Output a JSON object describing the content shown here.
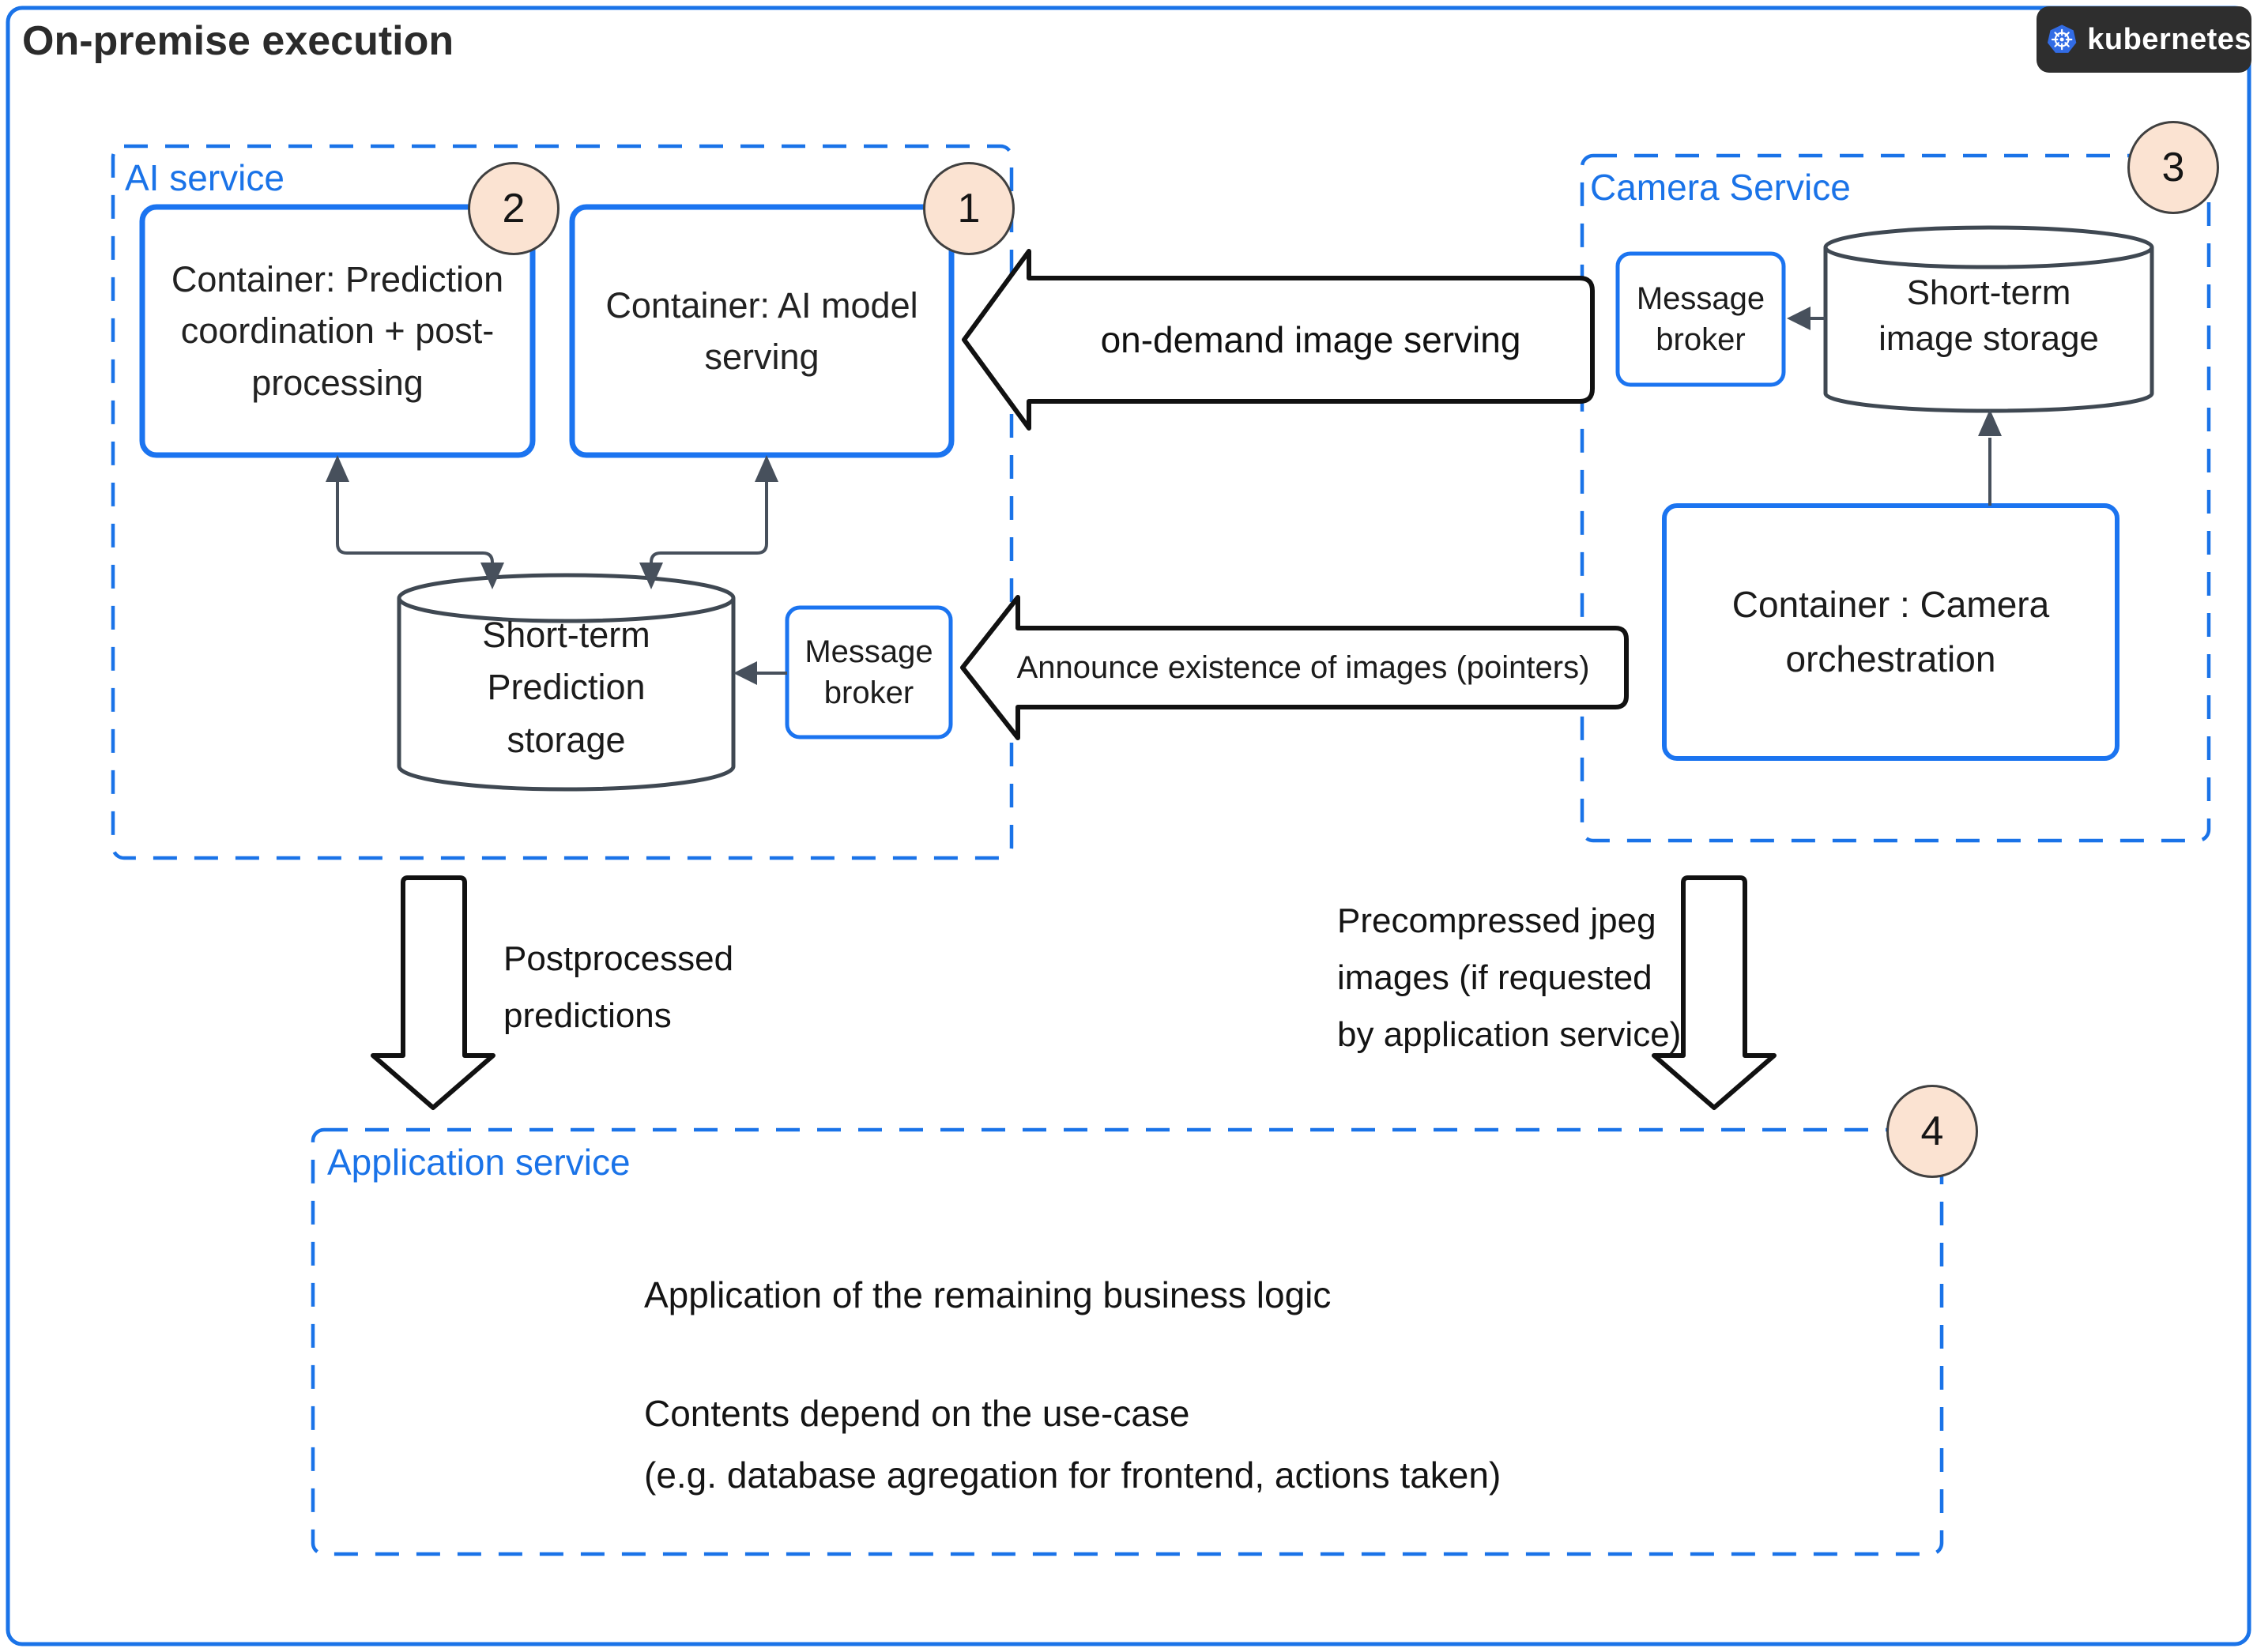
{
  "window": {
    "title": "On-premise execution"
  },
  "kubernetes_badge": {
    "label": "kubernetes",
    "icon": "kubernetes-helm-icon"
  },
  "colors": {
    "accent_blue": "#1a73e8",
    "solid_node_blue": "#1b74f0",
    "line_gray": "#47505c",
    "block_arrow_stroke": "#111111",
    "badge_fill": "#fbe3d2",
    "k8s_badge_bg": "#2e2e2e",
    "k8s_logo_blue": "#326ce5",
    "text_dark": "#1c1c1c"
  },
  "ai_service": {
    "label": "AI service",
    "badges": {
      "prediction": "2",
      "model": "1"
    },
    "containers": {
      "prediction": "Container: Prediction coordination + post-processing",
      "model": "Container: AI model serving"
    },
    "message_broker": "Message broker",
    "storage": "Short-term Prediction storage"
  },
  "camera_service": {
    "label": "Camera Service",
    "badge": "3",
    "message_broker": "Message broker",
    "storage": "Short-term image storage",
    "orchestration": "Container : Camera orchestration"
  },
  "application_service": {
    "label": "Application service",
    "badge": "4",
    "lines": [
      "Application of the remaining business logic",
      "Contents depend on the use-case",
      "(e.g. database agregation for frontend, actions taken)"
    ]
  },
  "arrows": {
    "on_demand": "on-demand image serving",
    "announce": "Announce existence of images (pointers)",
    "postprocessed": "Postprocessed predictions",
    "precompressed": "Precompressed jpeg images (if requested by application service)"
  }
}
